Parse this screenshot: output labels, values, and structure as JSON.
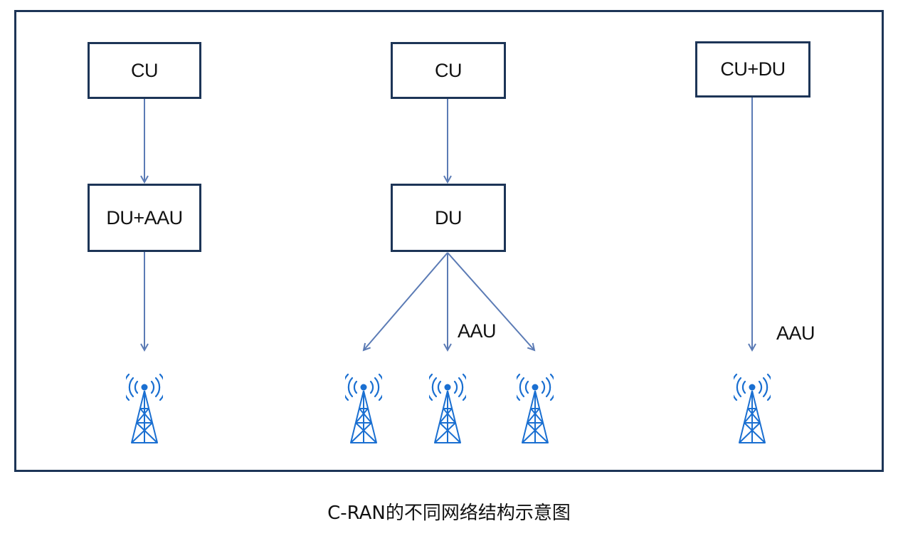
{
  "diagram": {
    "caption": "C-RAN的不同网络结构示意图",
    "colors": {
      "box_border": "#1d3557",
      "arrow": "#5b7bb5",
      "tower": "#1a6fd1"
    },
    "columns": [
      {
        "top_label": "CU",
        "mid_label": "DU+AAU",
        "aau_label": ""
      },
      {
        "top_label": "CU",
        "mid_label": "DU",
        "aau_label": "AAU"
      },
      {
        "top_label": "CU+DU",
        "aau_label": "AAU"
      }
    ],
    "icons": {
      "tower": "radio-tower-icon"
    }
  }
}
